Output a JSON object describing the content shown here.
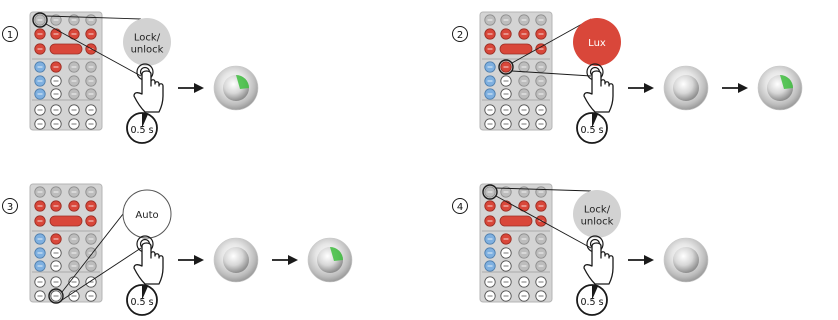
{
  "steps": [
    {
      "number": "1",
      "bubble": "Lock/\nunlock",
      "bubble_style": "gray",
      "timer": "0.5 s",
      "highlight": "top-left-button",
      "sensors": [
        "green"
      ]
    },
    {
      "number": "2",
      "bubble": "Lux",
      "bubble_style": "red",
      "timer": "0.5 s",
      "highlight": "red-button",
      "sensors": [
        "plain",
        "green"
      ]
    },
    {
      "number": "3",
      "bubble": "Auto",
      "bubble_style": "white",
      "timer": "0.5 s",
      "highlight": "bottom-button",
      "sensors": [
        "plain",
        "green"
      ]
    },
    {
      "number": "4",
      "bubble": "Lock/\nunlock",
      "bubble_style": "gray",
      "timer": "0.5 s",
      "highlight": "top-left-button",
      "sensors": [
        "plain"
      ]
    }
  ],
  "colors": {
    "remote_body": "#d4d4d4",
    "red_button": "#d9473a",
    "blue_button": "#7fb0e0",
    "white_button": "#ffffff",
    "gray_button": "#bdbdbd",
    "bubble_gray": "#d2d2d2",
    "bubble_red": "#d9473a",
    "bubble_white": "#ffffff",
    "sensor_green": "#3fbf3f",
    "outline": "#1a1a1a"
  },
  "icons": {
    "remote": "remote-control-icon",
    "hand": "pointing-hand-icon",
    "timer": "stopwatch-icon",
    "arrow": "arrow-right-icon",
    "sensor": "light-sensor-icon"
  }
}
